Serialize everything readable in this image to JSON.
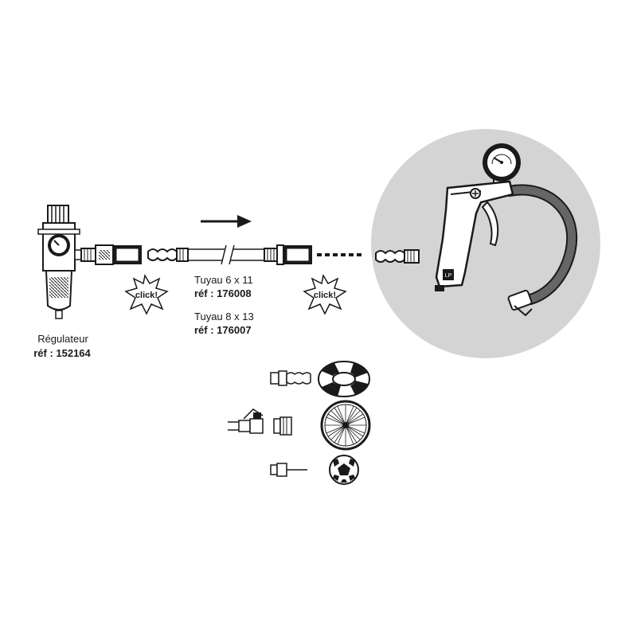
{
  "regulator": {
    "name": "Régulateur",
    "ref": "réf : 152164"
  },
  "hoses": [
    {
      "name": "Tuyau 6 x 11",
      "ref": "réf : 176008"
    },
    {
      "name": "Tuyau 8 x 13",
      "ref": "réf : 176007"
    }
  ],
  "click_badges": [
    {
      "text": "click!"
    },
    {
      "text": "click!"
    }
  ],
  "gun_badge": {
    "text": "LP"
  },
  "accessories": [
    {
      "icon": "hose-nozzle-icon",
      "target": "swim-ring-icon"
    },
    {
      "icon": "valve-connector-icon",
      "target": "spoked-wheel-icon"
    },
    {
      "icon": "needle-adapter-icon",
      "target": "football-icon"
    }
  ],
  "colors": {
    "line": "#1a1a1a",
    "circle_bg": "#d4d4d4",
    "fill_light": "#ffffff",
    "hose_dark": "#555555"
  }
}
